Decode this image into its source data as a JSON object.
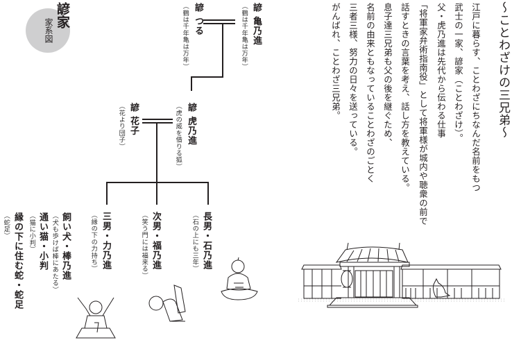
{
  "article": {
    "title": "〜ことわざけの三兄弟〜",
    "paragraph_lines": [
      "江戸に暮らす、ことわざにちなんだ名前をもつ",
      "武士の一家、諺家（ことわざけ）。",
      "父・虎乃進は先代から伝わる仕事",
      "「将軍家弁術指南役」として将軍様が城内や聴衆の前で",
      "話すときの言葉を考え、話し方を教えている。",
      "息子達三兄弟も父の後を継ぐため、",
      "名前の由来ともなっていることわざのごとく",
      "三者三様、努力の日々を送っている。",
      "がんばれ、ことわざ三兄弟。"
    ]
  },
  "family_tree": {
    "heading": {
      "surname": "諺家",
      "label": "家系図"
    },
    "colors": {
      "circle": "#cfcfd0",
      "lines": "#231f20"
    },
    "grandparents": [
      {
        "name": "諺 亀乃進",
        "note": "（鶴は千年亀は万年）"
      },
      {
        "name": "諺 つる",
        "note": "（鶴は千年亀は万年）"
      }
    ],
    "parents": [
      {
        "name": "諺 虎乃進",
        "note": "（虎の威を借りる狐）"
      },
      {
        "name": "諺 花子",
        "note": "（花より団子）"
      }
    ],
    "children": [
      {
        "name": "長男・石乃進",
        "note": "（石の上にも三年）"
      },
      {
        "name": "次男・福乃進",
        "note": "（笑う門には福来る）"
      },
      {
        "name": "三男・力乃進",
        "note": "（縁の下の力持ち）"
      }
    ],
    "pets": [
      {
        "name": "飼い犬・棒乃進",
        "note": "（犬も歩けば棒にあたる）"
      },
      {
        "name": "通い猫・小判",
        "note": "（猫に小判）"
      },
      {
        "name": "縁の下に住む蛇・蛇足",
        "note": "（蛇足）"
      }
    ]
  },
  "illustrations": [
    {
      "name": "samurai-gate-house",
      "description": "gate and wall of samurai residence with lantern and dog"
    },
    {
      "name": "eldest-son-sitting",
      "description": "eldest son sitting cross-legged"
    },
    {
      "name": "second-son-tumbling",
      "description": "second son tumbling over"
    },
    {
      "name": "third-son-lifting",
      "description": "third son raising arms"
    }
  ]
}
